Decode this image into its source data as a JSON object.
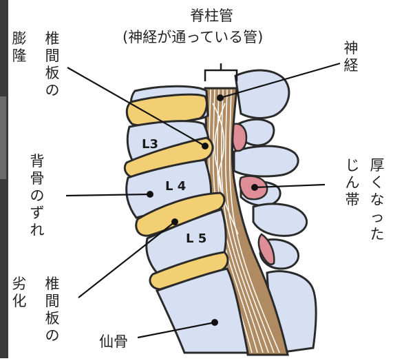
{
  "labels": {
    "spinal_canal_title": "脊柱管",
    "spinal_canal_desc": "(神経が通っている管)",
    "nerve": "神経",
    "disc_bulge_a": "膨隆",
    "disc_bulge_b": "椎間板の",
    "slip_a": "背骨のずれ",
    "thick_lig_a": "厚くなった",
    "thick_lig_b": "じん帯",
    "degen_a": "劣化",
    "degen_b": "椎間板の",
    "sacrum": "仙骨",
    "L3": "L3",
    "L4": "L 4",
    "L5": "L 5"
  },
  "colors": {
    "bone": "#d7e0f2",
    "disc": "#f2cf72",
    "nerve_canal": "#b08a60",
    "ligament": "#df8d96",
    "outline": "#2a2a2a"
  }
}
